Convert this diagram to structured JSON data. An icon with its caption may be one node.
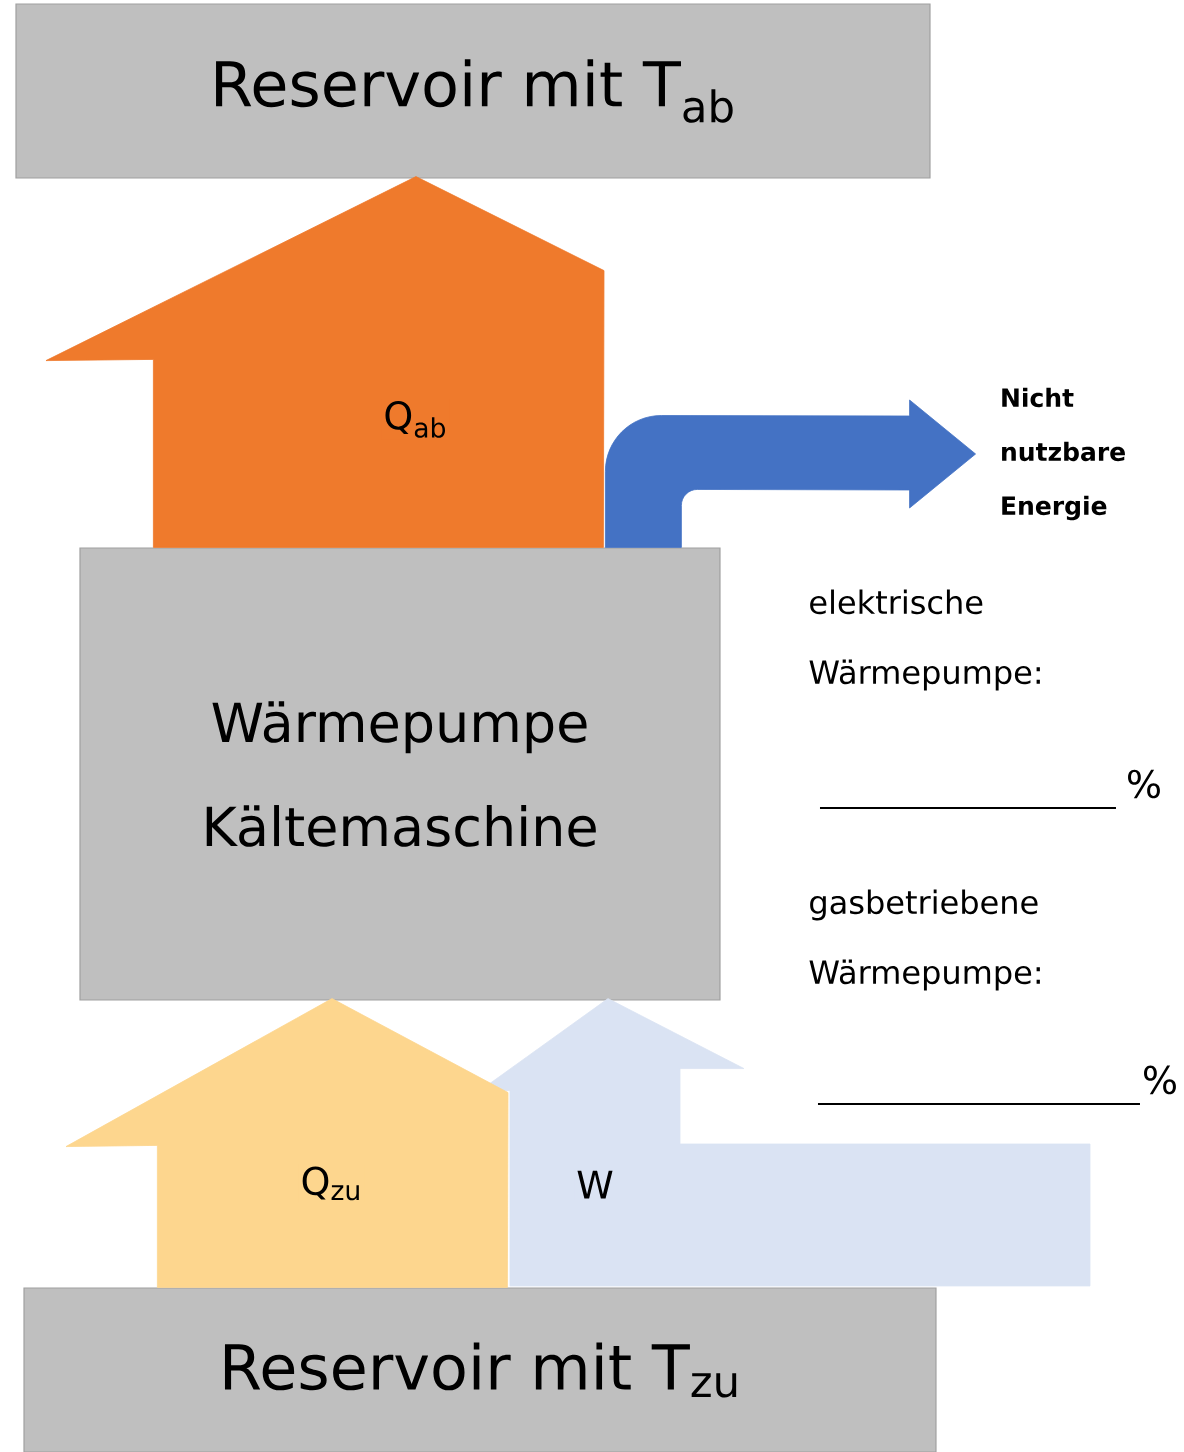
{
  "diagram": {
    "nodes": [
      {
        "text": [
          "Reservoir mit T$_{ab}$"
        ]
      },
      {
        "text": [
          "Wärmepumpe Kältemaschine"
        ]
      },
      {
        "text": [
          "Reservoir mit T$_{zu}$"
        ]
      },
      {
        "text": [
          "Nicht nutzbare Energie"
        ]
      }
    ],
    "edges": [
      {
        "from": 1,
        "to": 0,
        "arrow": "to",
        "label": "Q$_{ab}$",
        "style": "thick",
        "color": "#ef7a2c"
      },
      {
        "from": 1,
        "to": 3,
        "arrow": "to",
        "style": "thick",
        "color": "#4472c4"
      },
      {
        "from": 2,
        "to": 1,
        "arrow": "to",
        "label": "Q$_{zu}$",
        "style": "thick",
        "color": "#fdd68e"
      },
      {
        "from": null,
        "to": 1,
        "arrow": "to",
        "label": "W",
        "style": "thick",
        "color": "#dae3f3"
      }
    ],
    "labels": [
      "elektrische Wärmepumpe:",
      "%",
      "gasbetriebene Wärmepumpe:",
      "%"
    ]
  }
}
